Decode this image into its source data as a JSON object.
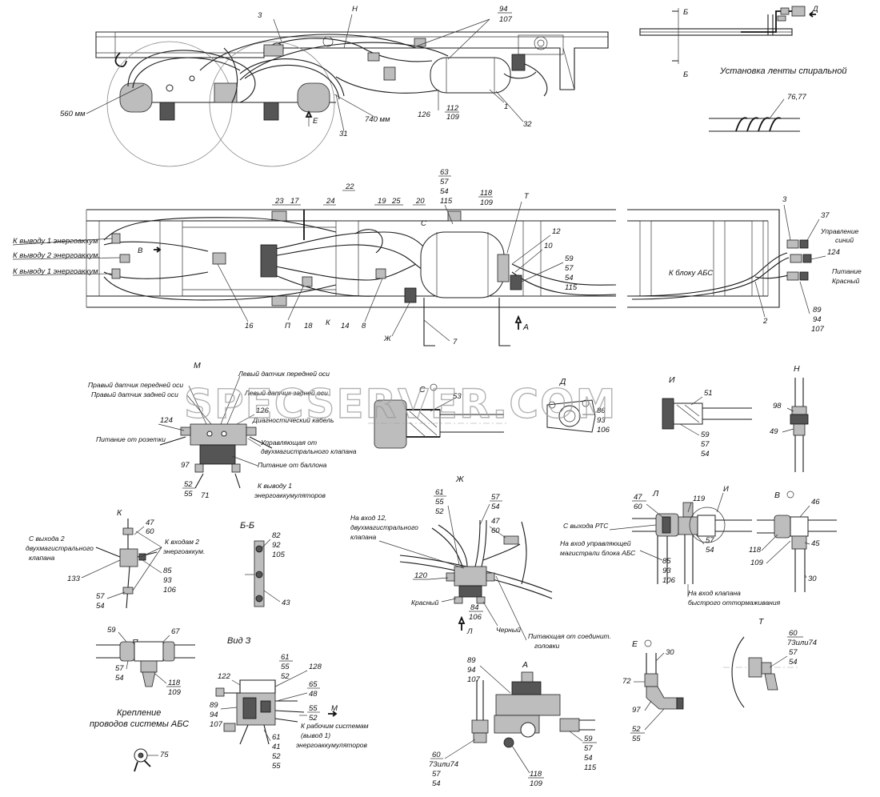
{
  "watermark": "SPECSERVER.COM",
  "top_view": {
    "labels": {
      "n3": "3",
      "nH": "Н",
      "n94": "94",
      "n107": "107",
      "n560": "560 мм",
      "n740": "740 мм",
      "n31": "31",
      "nE": "Е",
      "n126": "126",
      "n112": "112",
      "n109": "109",
      "n1": "1",
      "n32": "32"
    }
  },
  "section_bb": {
    "b1": "Б",
    "b2": "Б",
    "d": "Д"
  },
  "spiral": {
    "title": "Установка ленты спиральной",
    "ref": "76,77"
  },
  "plan_view": {
    "left_labels": [
      "К выводу 1 энергоаккум",
      "К выводу 2 энергоаккум.",
      "К выводу 1 энергоаккум"
    ],
    "callouts": {
      "n23": "23",
      "n17": "17",
      "n24": "24",
      "n22": "22",
      "n19": "19",
      "n25": "25",
      "n20": "20",
      "n63": "63",
      "n57": "57",
      "n54": "54",
      "n115": "115",
      "n118": "118",
      "n109": "109",
      "nT": "Т",
      "n12": "12",
      "n10": "10",
      "n59": "59",
      "n57b": "57",
      "n54b": "54",
      "n115b": "115",
      "nB": "В",
      "n16": "16",
      "nP": "П",
      "n18": "18",
      "nK": "К",
      "n14": "14",
      "n8": "8",
      "nZh": "Ж",
      "n7": "7",
      "nA": "А",
      "nC": "С"
    },
    "right": {
      "abs": "К блоку АБС",
      "n3": "3",
      "n37": "37",
      "ctrl1": "Управление",
      "ctrl2": "синий",
      "n124": "124",
      "pow1": "Питание",
      "pow2": "Красный",
      "n2": "2",
      "n89": "89",
      "n94": "94",
      "n107": "107"
    }
  },
  "detail_M": {
    "title": "М",
    "labels": {
      "front_right": "Правый датчик передней оси",
      "rear_right": "Правый датчик задней оси",
      "front_left": "Левый датчик передней оси",
      "rear_left": "Левый датчик задней оси",
      "diag": "Диагностический кабель",
      "n126": "126",
      "n124": "124",
      "sock": "Питание от розетки",
      "ctrl1": "Управляющая от",
      "ctrl2": "двухмагистрального клапана",
      "tank": "Питание от баллона",
      "n97": "97",
      "n52": "52",
      "n55": "55",
      "n71": "71",
      "out1": "К выводу 1",
      "out2": "энергоаккумуляторов"
    }
  },
  "detail_C": {
    "title": "С",
    "n53": "53"
  },
  "detail_D": {
    "title": "Д",
    "n86": "86",
    "n93": "93",
    "n106": "106"
  },
  "detail_I": {
    "title": "И",
    "n51": "51",
    "n59": "59",
    "n57": "57",
    "n54": "54"
  },
  "detail_H": {
    "title": "Н",
    "n98": "98",
    "n49": "49"
  },
  "detail_K": {
    "title": "К",
    "src1": "С выхода 2",
    "src2": "двухмагистрального",
    "src3": "клапана",
    "n47": "47",
    "n60": "60",
    "in1": "К входам 2",
    "in2": "энергоаккум.",
    "n133": "133",
    "n85": "85",
    "n93": "93",
    "n106": "106",
    "n57": "57",
    "n54": "54"
  },
  "detail_BB": {
    "title": "Б-Б",
    "n82": "82",
    "n92": "92",
    "n105": "105",
    "n43": "43"
  },
  "detail_Zh": {
    "title": "Ж",
    "n61": "61",
    "n55": "55",
    "n52": "52",
    "n57": "57",
    "n54": "54",
    "n47": "47",
    "n60": "60",
    "in1": "На вход 12,",
    "in2": "двухмагистрального",
    "in3": "клапана",
    "n120": "120",
    "red": "Красный",
    "n84": "84",
    "n106": "106",
    "black": "Черный",
    "sup1": "Питающая от соединит.",
    "sup2": "головки",
    "arrow": "Л"
  },
  "detail_L": {
    "title": "Л",
    "n47": "47",
    "n60": "60",
    "n119": "119",
    "nI": "И",
    "rts": "С выхода РТС",
    "abs1": "На вход управляющей",
    "abs2": "магистрали блока АБС",
    "n57": "57",
    "n54": "54",
    "n85": "85",
    "n93": "93",
    "n106": "106",
    "rel1": "На вход клапана",
    "rel2": "быстрого оттормаживания"
  },
  "detail_V": {
    "title": "В",
    "n46": "46",
    "n118": "118",
    "n45": "45",
    "n109": "109",
    "n30": "30"
  },
  "detail_P": {
    "title": "П",
    "n59": "59",
    "n67": "67",
    "n57": "57",
    "n54": "54",
    "n118": "118",
    "n109": "109"
  },
  "detail_Z": {
    "title": "Вид З",
    "n61": "61",
    "n55": "55",
    "n52": "52",
    "n128": "128",
    "n122": "122",
    "n65": "65",
    "n48": "48",
    "n89": "89",
    "n94": "94",
    "n107": "107",
    "n55b": "55",
    "n52b": "52",
    "m": "М",
    "w1": "К рабочим системам",
    "w2": "(вывод 1)",
    "w3": "энергоаккумуляторов",
    "n61b": "61",
    "n41": "41",
    "n52c": "52",
    "n55c": "55"
  },
  "abs_fix": {
    "line1": "Крепление",
    "line2": "проводов системы АБС",
    "n75": "75"
  },
  "detail_A": {
    "title": "А",
    "n89": "89",
    "n94": "94",
    "n107": "107",
    "n59": "59",
    "n57": "57",
    "n54": "54",
    "n115": "115",
    "n60": "60",
    "n73": "73или74",
    "n57b": "57",
    "n54b": "54",
    "n118": "118",
    "n109": "109"
  },
  "detail_E": {
    "title": "Е",
    "n30": "30",
    "n72": "72",
    "n97": "97",
    "n52": "52",
    "n55": "55"
  },
  "detail_T": {
    "title": "Т",
    "n60": "60",
    "n73": "73или74",
    "n57": "57",
    "n54": "54"
  }
}
